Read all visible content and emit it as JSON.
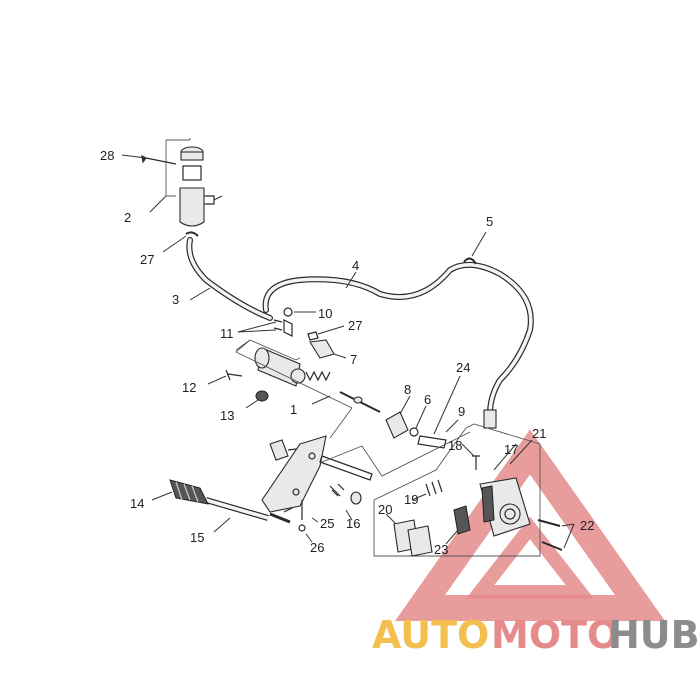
{
  "diagram": {
    "callouts": [
      "1",
      "2",
      "3",
      "4",
      "5",
      "6",
      "7",
      "8",
      "9",
      "10",
      "11",
      "12",
      "13",
      "14",
      "15",
      "16",
      "17",
      "18",
      "19",
      "20",
      "21",
      "22",
      "23",
      "24",
      "25",
      "26",
      "27",
      "28"
    ],
    "callout_27_second": "27"
  },
  "watermark": {
    "part1": "AUTO",
    "part2": "MOTO",
    "part3": "HUB",
    "colors": {
      "auto": "#f3c04f",
      "moto": "#e58b8b",
      "hub": "#8c8c8c",
      "triangle": "#e58b8b"
    }
  }
}
